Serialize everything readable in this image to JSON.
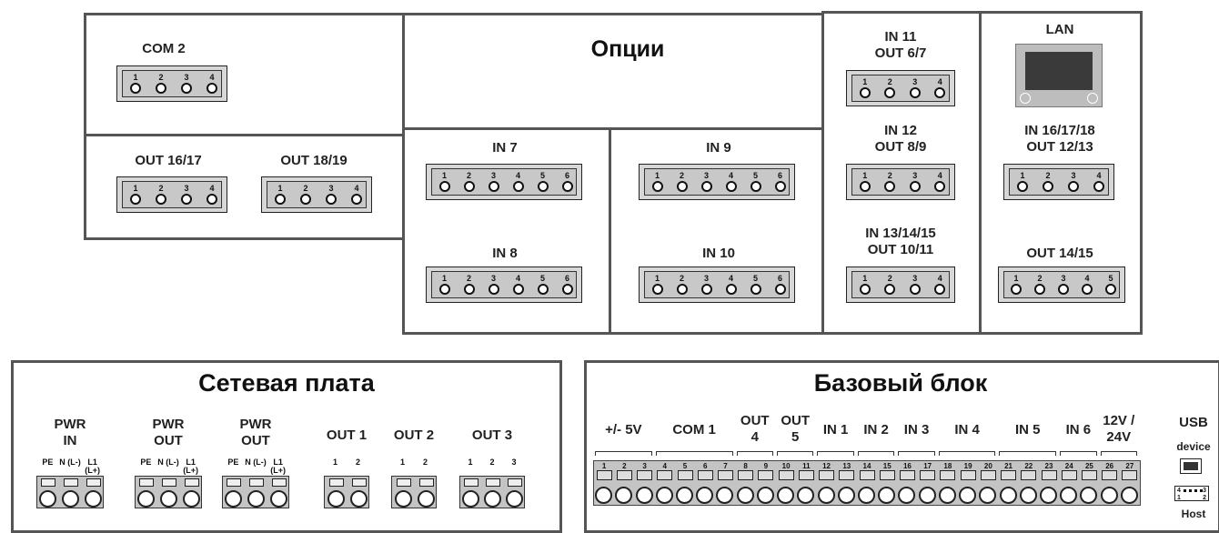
{
  "options": {
    "title": "Опции",
    "com2": {
      "label": "COM 2",
      "pins": [
        "1",
        "2",
        "3",
        "4"
      ]
    },
    "out1617": {
      "label": "OUT 16/17",
      "pins": [
        "1",
        "2",
        "3",
        "4"
      ]
    },
    "out1819": {
      "label": "OUT 18/19",
      "pins": [
        "1",
        "2",
        "3",
        "4"
      ]
    },
    "in7": {
      "label": "IN 7",
      "pins": [
        "1",
        "2",
        "3",
        "4",
        "5",
        "6"
      ]
    },
    "in8": {
      "label": "IN 8",
      "pins": [
        "1",
        "2",
        "3",
        "4",
        "5",
        "6"
      ]
    },
    "in9": {
      "label": "IN 9",
      "pins": [
        "1",
        "2",
        "3",
        "4",
        "5",
        "6"
      ]
    },
    "in10": {
      "label": "IN 10",
      "pins": [
        "1",
        "2",
        "3",
        "4",
        "5",
        "6"
      ]
    },
    "in11": {
      "line1": "IN 11",
      "line2": "OUT 6/7",
      "pins": [
        "1",
        "2",
        "3",
        "4"
      ]
    },
    "in12": {
      "line1": "IN 12",
      "line2": "OUT 8/9",
      "pins": [
        "1",
        "2",
        "3",
        "4"
      ]
    },
    "in131415": {
      "line1": "IN 13/14/15",
      "line2": "OUT 10/11",
      "pins": [
        "1",
        "2",
        "3",
        "4"
      ]
    },
    "lan": {
      "label": "LAN"
    },
    "in161718": {
      "line1": "IN 16/17/18",
      "line2": "OUT 12/13",
      "pins": [
        "1",
        "2",
        "3",
        "4"
      ]
    },
    "out1415": {
      "label": "OUT 14/15",
      "pins": [
        "1",
        "2",
        "3",
        "4",
        "5"
      ]
    }
  },
  "network_board": {
    "title": "Сетевая плата",
    "groups": [
      {
        "line1": "PWR",
        "line2": "IN",
        "pins": [
          "PE",
          "N (L-)",
          "L1 (L+)"
        ]
      },
      {
        "line1": "PWR",
        "line2": "OUT",
        "pins": [
          "PE",
          "N (L-)",
          "L1 (L+)"
        ]
      },
      {
        "line1": "PWR",
        "line2": "OUT",
        "pins": [
          "PE",
          "N (L-)",
          "L1 (L+)"
        ]
      },
      {
        "line1": "OUT 1",
        "line2": "",
        "pins": [
          "1",
          "2"
        ]
      },
      {
        "line1": "OUT 2",
        "line2": "",
        "pins": [
          "1",
          "2"
        ]
      },
      {
        "line1": "OUT 3",
        "line2": "",
        "pins": [
          "1",
          "2",
          "3"
        ]
      }
    ]
  },
  "base_unit": {
    "title": "Базовый блок",
    "groups": [
      {
        "line1": "+/- 5V",
        "line2": ""
      },
      {
        "line1": "COM 1",
        "line2": ""
      },
      {
        "line1": "OUT",
        "line2": "4"
      },
      {
        "line1": "OUT",
        "line2": "5"
      },
      {
        "line1": "IN 1",
        "line2": ""
      },
      {
        "line1": "IN 2",
        "line2": ""
      },
      {
        "line1": "IN 3",
        "line2": ""
      },
      {
        "line1": "IN 4",
        "line2": ""
      },
      {
        "line1": "IN 5",
        "line2": ""
      },
      {
        "line1": "IN 6",
        "line2": ""
      },
      {
        "line1": "12V /",
        "line2": "24V"
      }
    ],
    "terminals": [
      "1",
      "2",
      "3",
      "4",
      "5",
      "6",
      "7",
      "8",
      "9",
      "10",
      "11",
      "12",
      "13",
      "14",
      "15",
      "16",
      "17",
      "18",
      "19",
      "20",
      "21",
      "22",
      "23",
      "24",
      "25",
      "26",
      "27"
    ],
    "usb": {
      "label": "USB",
      "device": "device",
      "host": "Host",
      "host_pins_top": [
        "4",
        "3"
      ],
      "host_pins_bottom": [
        "1",
        "2"
      ]
    }
  }
}
